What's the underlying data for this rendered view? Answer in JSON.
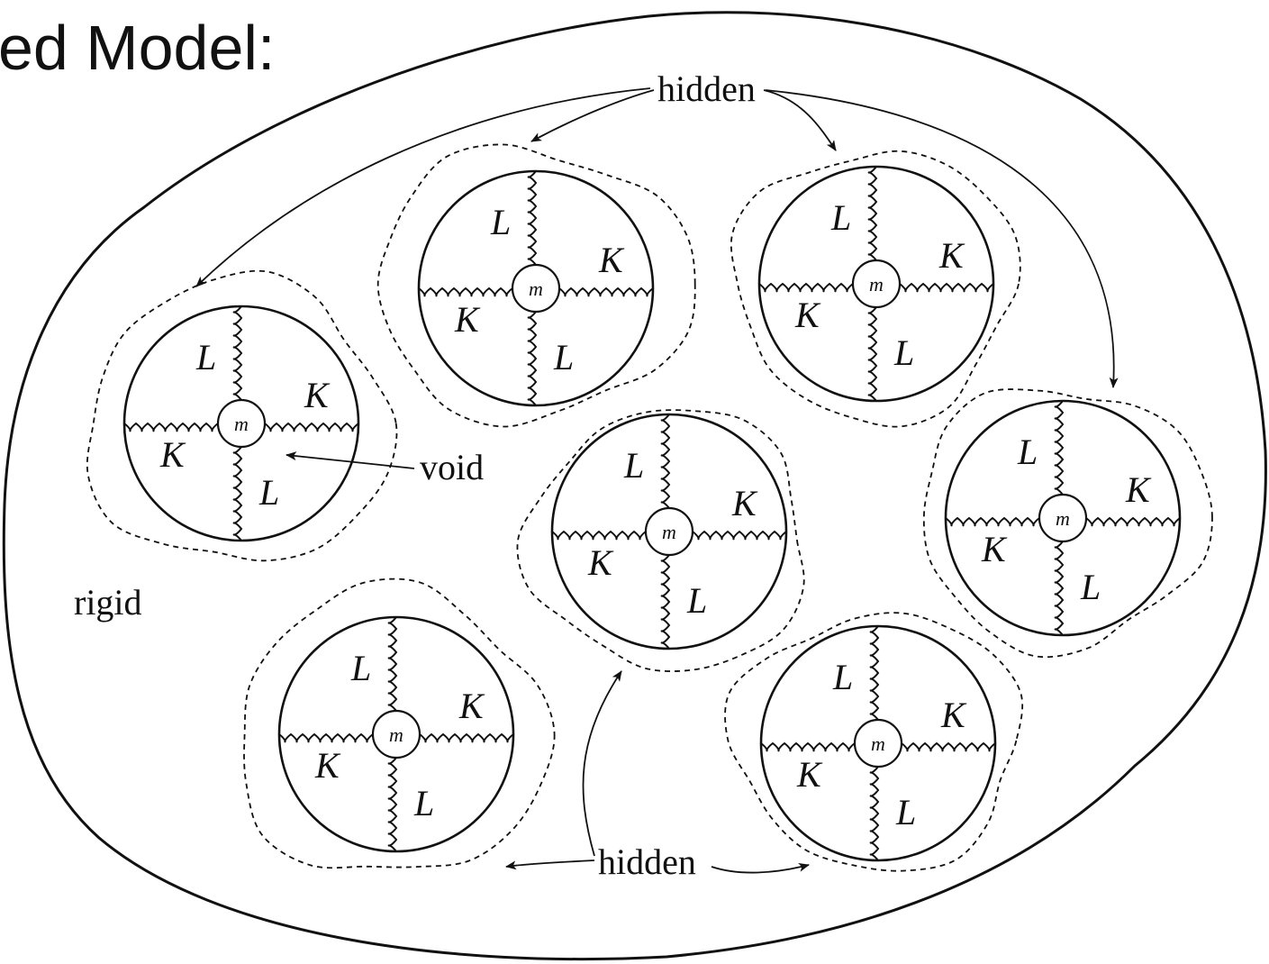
{
  "title_fragment": "ed Model:",
  "labels": {
    "hidden_top": "hidden",
    "hidden_bottom": "hidden",
    "void": "void",
    "rigid": "rigid"
  },
  "cell_labels": {
    "L": "L",
    "K": "K",
    "m": "m"
  },
  "cells": [
    {
      "id": "cell-1"
    },
    {
      "id": "cell-2"
    },
    {
      "id": "cell-3"
    },
    {
      "id": "cell-4"
    },
    {
      "id": "cell-5"
    },
    {
      "id": "cell-6"
    },
    {
      "id": "cell-7"
    }
  ],
  "colors": {
    "ink": "#111111",
    "background": "#ffffff"
  }
}
